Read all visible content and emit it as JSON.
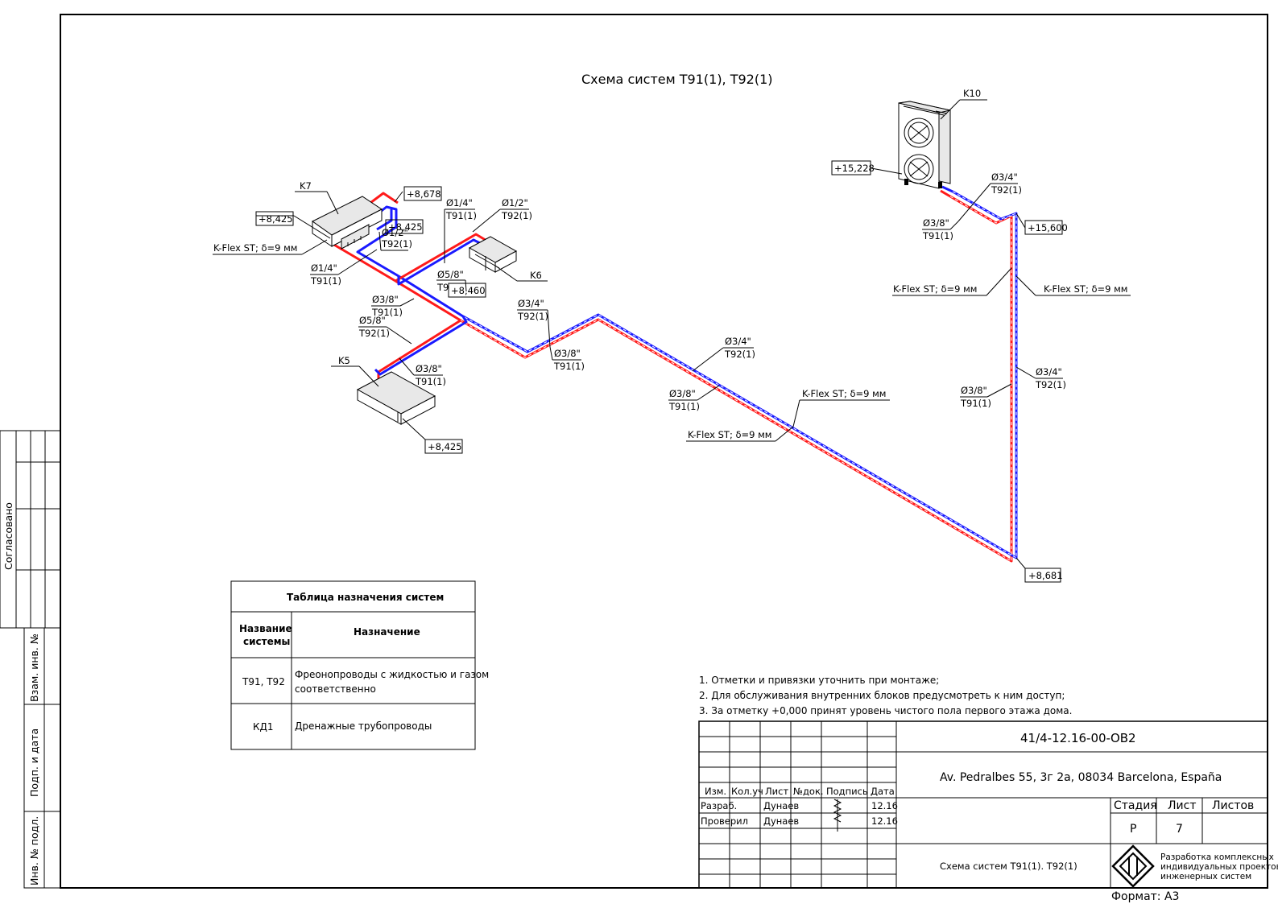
{
  "title": "Схема систем Т91(1), Т92(1)",
  "units": {
    "k10": "K10",
    "k7": "K7",
    "k6": "K6",
    "k5": "K5"
  },
  "elevations": {
    "k10": "+15,228",
    "riser_top": "+15,600",
    "riser_bottom": "+8,681",
    "k7_top": "+8,678",
    "k7_left": "+8,425",
    "k7_mid": "+8,425",
    "k6": "+8,460",
    "k5": "+8,425"
  },
  "pipe_labels": {
    "k10_gas_d": "Ø3/4\"",
    "k10_gas_s": "Т92(1)",
    "k10_liq_d": "Ø3/8\"",
    "k10_liq_s": "Т91(1)",
    "riser_ins_l": "K-Flex ST; δ=9 мм",
    "riser_ins_r": "K-Flex ST; δ=9 мм",
    "riser_liq_d": "Ø3/8\"",
    "riser_liq_s": "Т91(1)",
    "riser_gas_d": "Ø3/4\"",
    "riser_gas_s": "Т92(1)",
    "diag_gas_d": "Ø3/4\"",
    "diag_gas_s": "Т92(1)",
    "diag_liq_d": "Ø3/8\"",
    "diag_liq_s": "Т91(1)",
    "diag_ins_a": "K-Flex ST; δ=9 мм",
    "diag_ins_b": "K-Flex ST; δ=9 мм",
    "mid_gas_d": "Ø3/4\"",
    "mid_gas_s": "Т92(1)",
    "mid_liq_d": "Ø3/8\"",
    "mid_liq_s": "Т91(1)",
    "k6_liq_d": "Ø1/4\"",
    "k6_liq_s": "Т91(1)",
    "k6_gas_d": "Ø1/2\"",
    "k6_gas_s": "Т92(1)",
    "k6_br_d": "Ø5/8\"",
    "k6_br_s": "Т9",
    "k7_ins": "K-Flex ST; δ=9 мм",
    "k7_gas_d": "Ø1/2\"",
    "k7_gas_s": "Т92(1)",
    "k7_liq_d": "Ø1/4\"",
    "k7_liq_s": "Т91(1)",
    "br_liq_d": "Ø3/8\"",
    "br_liq_s": "Т91(1)",
    "br_gas_d": "Ø5/8\"",
    "br_gas_s": "Т92(1)",
    "k5_liq_d": "Ø3/8\"",
    "k5_liq_s": "Т91(1)"
  },
  "systems_table": {
    "caption": "Таблица назначения систем",
    "col_name_1": "Название",
    "col_name_2": "системы",
    "col_purpose": "Назначение",
    "rows": [
      {
        "name": "Т91, Т92",
        "purpose_1": "Фреонопроводы с жидкостью и газом",
        "purpose_2": "соответственно"
      },
      {
        "name": "КД1",
        "purpose_1": "Дренажные трубопроводы",
        "purpose_2": ""
      }
    ]
  },
  "notes": [
    "1. Отметки и привязки уточнить при монтаже;",
    "2. Для обслуживания внутренних блоков предусмотреть к ним доступ;",
    "3. За отметку +0,000 принят уровень чистого пола первого этажа дома."
  ],
  "title_block": {
    "code": "41/4-12.16-00-ОВ2",
    "address": "Av. Pedralbes 55, 3г 2а, 08034 Barcelona, España",
    "headers": {
      "izm": "Изм.",
      "kol": "Кол.уч",
      "list": "Лист",
      "ndoc": "№док.",
      "sign": "Подпись",
      "date": "Дата"
    },
    "rows": [
      {
        "role": "Разраб.",
        "name": "Дунаев",
        "date": "12.16"
      },
      {
        "role": "Проверил",
        "name": "Дунаев",
        "date": "12.16"
      }
    ],
    "stage_h": "Стадия",
    "sheet_h": "Лист",
    "sheets_h": "Листов",
    "stage": "Р",
    "sheet": "7",
    "sheets": "",
    "drawing_name": "Схема систем Т91(1). Т92(1)",
    "org_1": "Разработка комплексных",
    "org_2": "индивидуальных проектов",
    "org_3": "инженерных систем",
    "format": "Формат: А3"
  },
  "side_stamp": {
    "agreed": "Согласовано",
    "vzam": "Взам. инв. №",
    "podp": "Подп. и дата",
    "inv": "Инв. № подл."
  }
}
